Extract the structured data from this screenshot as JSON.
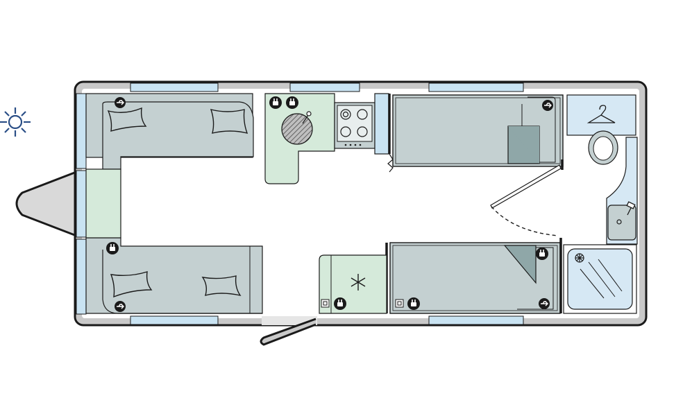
{
  "diagram": {
    "type": "caravan-floor-plan",
    "title": "",
    "orientation_icon": "sun-icon",
    "layout": [
      "front-lounge",
      "kitchen",
      "hob",
      "fridge",
      "fixed-single-bed",
      "fixed-single-bed",
      "washroom",
      "shower",
      "entrance-door"
    ],
    "icons": [
      "usb-socket-icon",
      "power-socket-icon",
      "snowflake-icon",
      "hanger-icon",
      "tap-icon",
      "sun-icon"
    ]
  },
  "colors": {
    "background": "#ffffff",
    "outline": "#1a1a1a",
    "wall": "#c9c9c9",
    "upholstery": "#c4d0d1",
    "upholstery_dark": "#8fa7a8",
    "kitchen": "#d5eada",
    "window": "#c9e3f2",
    "washroom": "#d6e8f4",
    "accent_sun": "#2a4e86"
  }
}
